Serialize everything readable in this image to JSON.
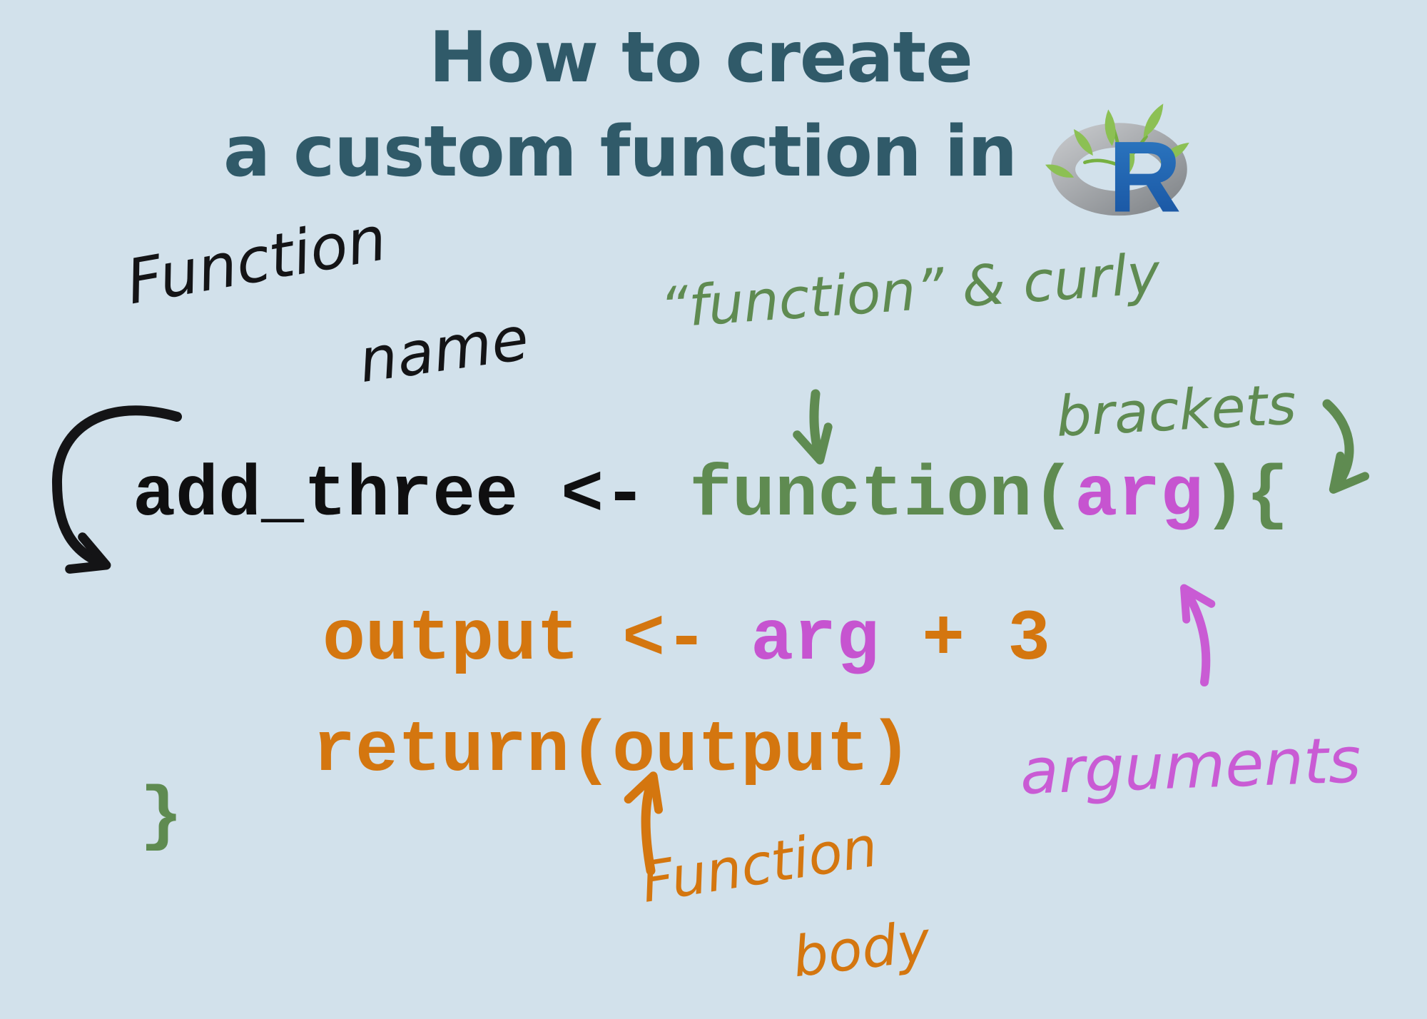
{
  "title": {
    "line1": "How to create",
    "line2": "a custom function in"
  },
  "logo": {
    "letter": "R"
  },
  "handwritten": {
    "function_name": {
      "word1": "Function",
      "word2": "name"
    },
    "keyword_note": {
      "line1": "“function” & curly",
      "line2": "brackets"
    },
    "arguments_note": "arguments",
    "body_note": {
      "word1": "Function",
      "word2": "body"
    }
  },
  "code": {
    "line1": {
      "t1": "add_three <- ",
      "t2": "function(",
      "t3": "arg",
      "t4": "){"
    },
    "line2": {
      "t1": "output <- ",
      "t2": "arg",
      "t3": " + 3"
    },
    "line3": "return(output)",
    "line4": "}"
  },
  "colors": {
    "background": "#d2e1eb",
    "title": "#305a69",
    "code_ink": "#0f0f10",
    "green": "#5f8b51",
    "orange": "#d4760f",
    "magenta": "#c654d0",
    "handwriting_black": "#141416",
    "logo_blue": "#1f63b5",
    "logo_ring_gray": "#9b9da1",
    "logo_leaf_green": "#8cc054"
  }
}
